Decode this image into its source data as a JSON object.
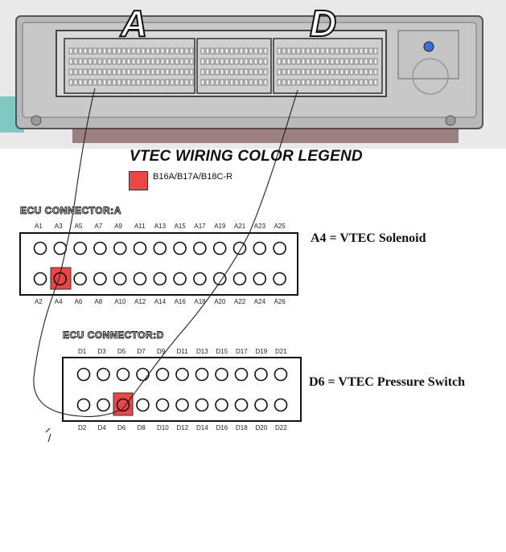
{
  "header_labels": {
    "connector_a_letter": "A",
    "connector_d_letter": "D"
  },
  "legend": {
    "title": "VTEC WIRING COLOR LEGEND",
    "entries": [
      {
        "label": "B16A/B17A/B18C-R",
        "color": "#f04545"
      }
    ]
  },
  "connector_a": {
    "title": "ECU CONNECTOR:A",
    "top_labels": [
      "A1",
      "A3",
      "A5",
      "A7",
      "A9",
      "A11",
      "A13",
      "A15",
      "A17",
      "A19",
      "A21",
      "A23",
      "A25"
    ],
    "bottom_labels": [
      "A2",
      "A4",
      "A6",
      "A8",
      "A10",
      "A12",
      "A14",
      "A16",
      "A18",
      "A20",
      "A22",
      "A24",
      "A26"
    ],
    "highlighted_pin": "A4",
    "description": "A4 = VTEC Solenoid"
  },
  "connector_d": {
    "title": "ECU CONNECTOR:D",
    "top_labels": [
      "D1",
      "D3",
      "D5",
      "D7",
      "D9",
      "D11",
      "D13",
      "D15",
      "D17",
      "D19",
      "D21"
    ],
    "bottom_labels": [
      "D2",
      "D4",
      "D6",
      "D8",
      "D10",
      "D12",
      "D14",
      "D16",
      "D18",
      "D20",
      "D22"
    ],
    "highlighted_pin": "D6",
    "description": "D6 = VTEC Pressure Switch"
  },
  "colors": {
    "highlight": "#f04545",
    "ecu_body": "#b9b9b9"
  }
}
